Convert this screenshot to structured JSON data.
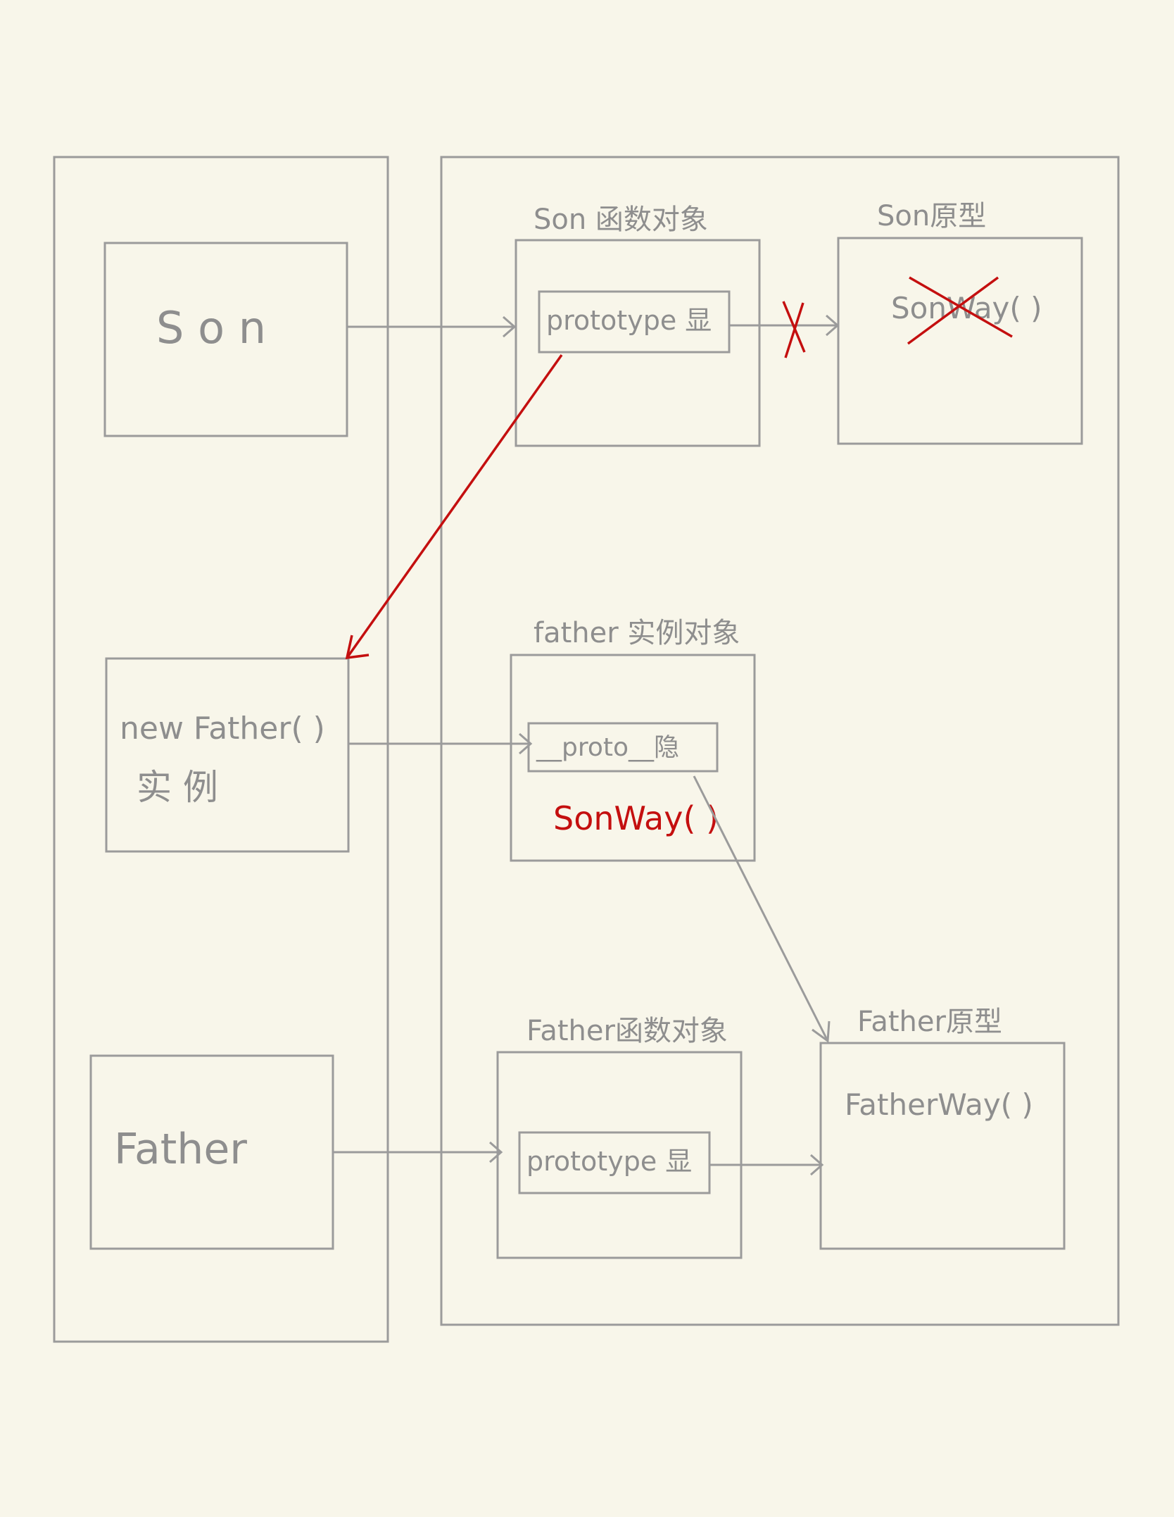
{
  "left_panel": {
    "son": "S o n",
    "new_father_line1": "new  Father( )",
    "new_father_line2": "实   例",
    "father": "Father"
  },
  "son_function": {
    "title": "Son 函数对象",
    "prototype_label": "prototype 显"
  },
  "son_prototype": {
    "title": "Son原型",
    "method": "SonWay( )"
  },
  "father_instance": {
    "title": "father 实例对象",
    "proto_label": "__proto__隐",
    "method": "SonWay( )"
  },
  "father_function": {
    "title": "Father函数对象",
    "prototype_label": "prototype 显"
  },
  "father_prototype": {
    "title": "Father原型",
    "method": "FatherWay(  )"
  },
  "colors": {
    "background": "#f8f6ea",
    "stroke": "#9b9b9b",
    "accent": "#c40f0f"
  }
}
